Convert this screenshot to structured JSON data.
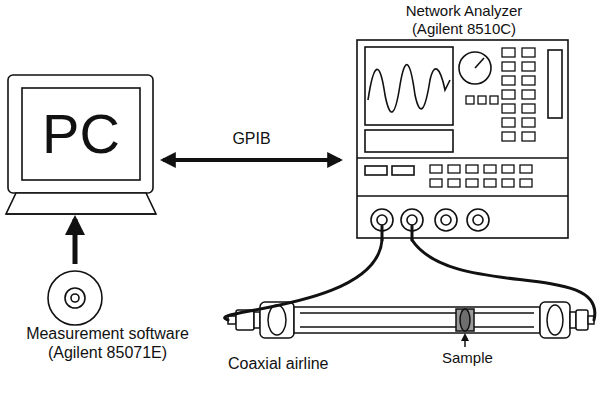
{
  "diagram": {
    "nodes": [
      {
        "text": [
          "PC"
        ]
      },
      {
        "text": [
          "Network Analyzer (Agilent 8510C)"
        ]
      },
      {
        "text": [
          "Measurement software (Agilent 85071E)"
        ]
      },
      {
        "text": [
          "Coaxial airline"
        ]
      }
    ],
    "edges": [
      {
        "from": 0,
        "to": 1,
        "label": "GPIB",
        "arrow": "both"
      },
      {
        "from": 2,
        "to": 0,
        "arrow": "to"
      },
      {
        "from": 1,
        "to": 3,
        "arrow": "none"
      },
      {
        "from": 1,
        "to": 3,
        "arrow": "none"
      }
    ],
    "labels": [
      "Sample"
    ]
  }
}
